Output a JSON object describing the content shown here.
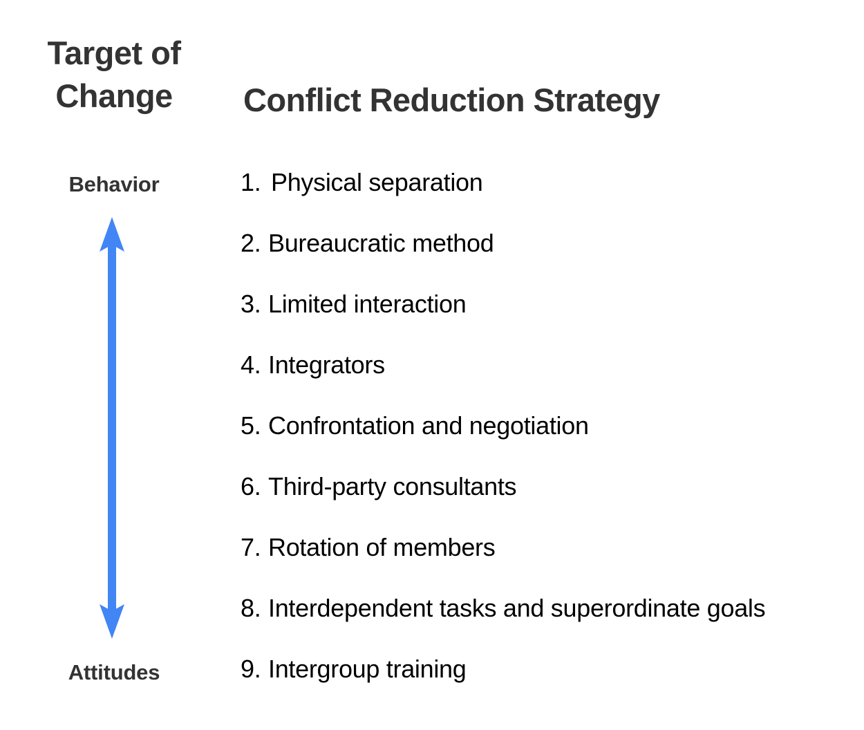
{
  "diagram": {
    "left_column": {
      "heading_line1": "Target of",
      "heading_line2": "Change",
      "axis_top_label": "Behavior",
      "axis_bottom_label": "Attitudes",
      "arrow": {
        "name": "double-headed-vertical-arrow",
        "color": "#4285F4",
        "direction": "both"
      }
    },
    "right_column": {
      "heading": "Conflict Reduction Strategy",
      "items": [
        {
          "number": "1.",
          "text": "Physical separation"
        },
        {
          "number": "2.",
          "text": "Bureaucratic method"
        },
        {
          "number": "3.",
          "text": "Limited interaction"
        },
        {
          "number": "4.",
          "text": "Integrators"
        },
        {
          "number": "5.",
          "text": "Confrontation and negotiation"
        },
        {
          "number": "6.",
          "text": "Third-party consultants"
        },
        {
          "number": "7.",
          "text": "Rotation of members"
        },
        {
          "number": "8.",
          "text": "Interdependent tasks and superordinate goals"
        },
        {
          "number": "9.",
          "text": "Intergroup training"
        }
      ]
    },
    "colors": {
      "heading_text": "#333333",
      "body_text": "#000000",
      "accent_blue": "#4285F4",
      "background": "#FFFFFF"
    }
  }
}
